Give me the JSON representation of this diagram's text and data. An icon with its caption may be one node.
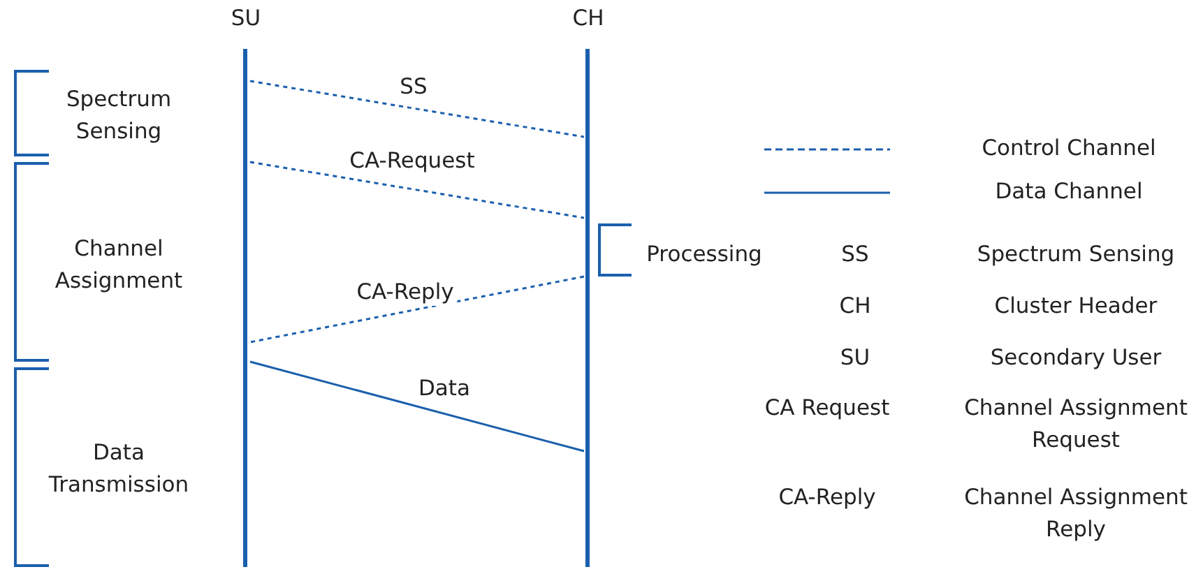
{
  "diagram": {
    "nodes": [
      {
        "text": [
          "SU"
        ]
      },
      {
        "text": [
          "CH"
        ]
      }
    ],
    "edges": [
      {
        "from": 0,
        "to": 1,
        "arrow": "none",
        "label": "SS",
        "style": "dashed"
      },
      {
        "from": 0,
        "to": 1,
        "arrow": "none",
        "label": "CA-Request",
        "style": "dashed"
      },
      {
        "from": 1,
        "to": 0,
        "arrow": "none",
        "label": "CA-Reply",
        "style": "dashed"
      },
      {
        "from": 0,
        "to": 1,
        "arrow": "none",
        "label": "Data"
      }
    ],
    "labels": [
      "Spectrum Sensing",
      "Channel Assignment",
      "Processing",
      "SS",
      "Spectrum Sensing",
      "CH",
      "Cluster Header",
      "SU",
      "Secondary User",
      "Data Transmission",
      "CA Request",
      "Channel Assignment Request",
      "CA-Reply",
      "Channel Assignment Reply"
    ],
    "legend": [
      {
        "text": "Control Channel"
      },
      {
        "text": "Data Channel"
      }
    ]
  }
}
